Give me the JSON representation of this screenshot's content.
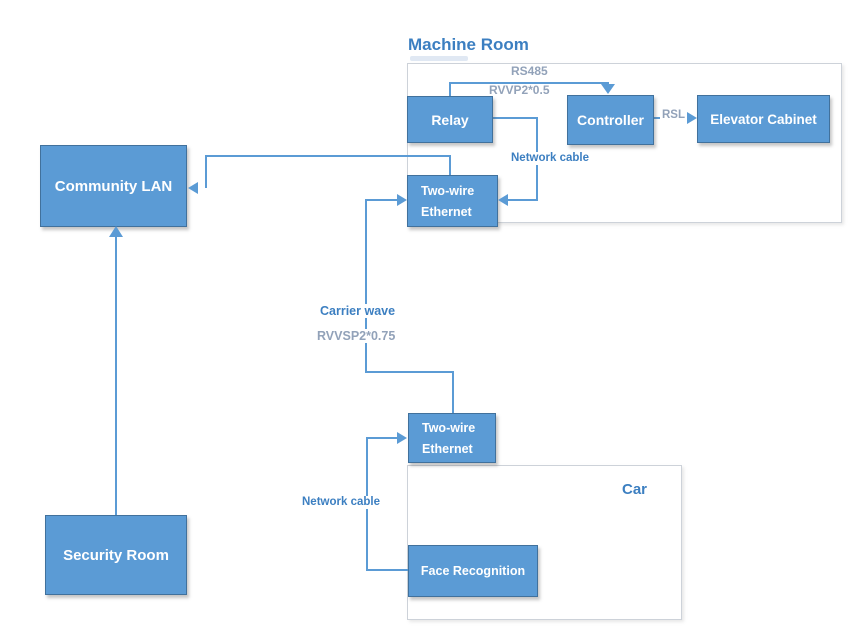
{
  "containers": {
    "machine_room": {
      "label": "Machine Room"
    },
    "car": {
      "label": "Car"
    }
  },
  "nodes": {
    "relay": {
      "label": "Relay"
    },
    "controller": {
      "label": "Controller"
    },
    "elevator_cabinet": {
      "label": "Elevator Cabinet"
    },
    "two_wire_machine_room": {
      "line1": "Two-wire",
      "line2": "Ethernet"
    },
    "community_lan": {
      "label": "Community LAN"
    },
    "security_room": {
      "label": "Security Room"
    },
    "two_wire_car": {
      "line1": "Two-wire",
      "line2": "Ethernet"
    },
    "face_recognition": {
      "label": "Face Recognition"
    }
  },
  "edges": [
    {
      "from": "relay",
      "to": "controller",
      "labels": [
        "RS485",
        "RVVP2*0.5"
      ]
    },
    {
      "from": "controller",
      "to": "elevator_cabinet",
      "labels": [
        "RSL"
      ]
    },
    {
      "from": "relay",
      "to": "two_wire_machine_room",
      "labels": [
        "Network cable"
      ]
    },
    {
      "from": "two_wire_machine_room",
      "to": "community_lan",
      "labels": []
    },
    {
      "from": "security_room",
      "to": "community_lan",
      "labels": []
    },
    {
      "from": "two_wire_car",
      "to": "two_wire_machine_room",
      "labels": [
        "Carrier wave",
        "RVVSP2*0.75"
      ]
    },
    {
      "from": "face_recognition",
      "to": "two_wire_car",
      "labels": [
        "Network cable"
      ]
    }
  ],
  "colors": {
    "node_fill": "#5b9bd5",
    "node_border": "#41719c",
    "connector": "#5b9bd5",
    "label_strong": "#3c7fc1",
    "label_muted": "#92a2b9",
    "container_border": "#cdd2d9"
  }
}
